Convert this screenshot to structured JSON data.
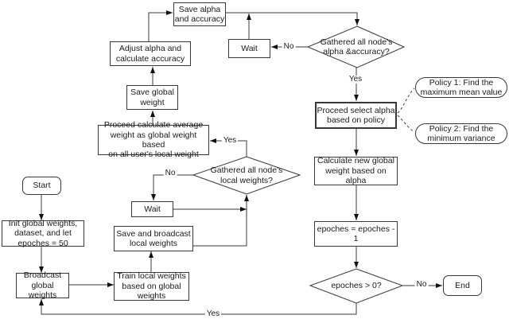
{
  "figure": {
    "background": "#ffffff",
    "stroke_color": "#383838",
    "nodes": {
      "start": {
        "label": "Start",
        "shape": "rounded"
      },
      "init": {
        "label": "Init global weights,\ndataset, and let\nepoches = 50",
        "shape": "rect"
      },
      "broadcast": {
        "label": "Broadcast\nglobal weights",
        "shape": "rect"
      },
      "train": {
        "label": "Train local weights\nbased on global\nweights",
        "shape": "rect"
      },
      "save_broadcast": {
        "label": "Save and broadcast\nlocal weights",
        "shape": "rect"
      },
      "wait_local": {
        "label": "Wait",
        "shape": "rect"
      },
      "gathered_local": {
        "label": "Gathered all node's\nlocal weights?",
        "shape": "diamond"
      },
      "proceed_avg": {
        "label": "Proceed calculate average\nweight as global weight based\non all user's local weight",
        "shape": "rect"
      },
      "save_global": {
        "label": "Save global\nweight",
        "shape": "rect"
      },
      "adjust_alpha": {
        "label": "Adjust alpha and\ncalculate accuracy",
        "shape": "rect"
      },
      "save_alpha": {
        "label": "Save alpha\nand accuracy",
        "shape": "rect"
      },
      "wait_alpha": {
        "label": "Wait",
        "shape": "rect"
      },
      "gathered_alpha": {
        "label": "Gathered all node's\nalpha &accuracy?",
        "shape": "diamond"
      },
      "proceed_select": {
        "label": "Proceed select alpha\nbased on policy",
        "shape": "rect"
      },
      "policy1": {
        "label": "Policy 1: Find the\nmaximum mean value",
        "shape": "stadium"
      },
      "policy2": {
        "label": "Policy 2: Find the\nminimum variance",
        "shape": "stadium"
      },
      "calc_global": {
        "label": "Calculate new global\nweight based on alpha",
        "shape": "rect"
      },
      "epoches_dec": {
        "label": "epoches = epoches - 1",
        "shape": "rect"
      },
      "epoches_check": {
        "label": "epoches > 0?",
        "shape": "diamond"
      },
      "end": {
        "label": "End",
        "shape": "rounded"
      }
    },
    "edge_labels": {
      "yes_alpha": "Yes",
      "no_alpha": "No",
      "yes_local": "Yes",
      "no_local": "No",
      "yes_epoches": "Yes",
      "no_epoches": "No"
    }
  }
}
